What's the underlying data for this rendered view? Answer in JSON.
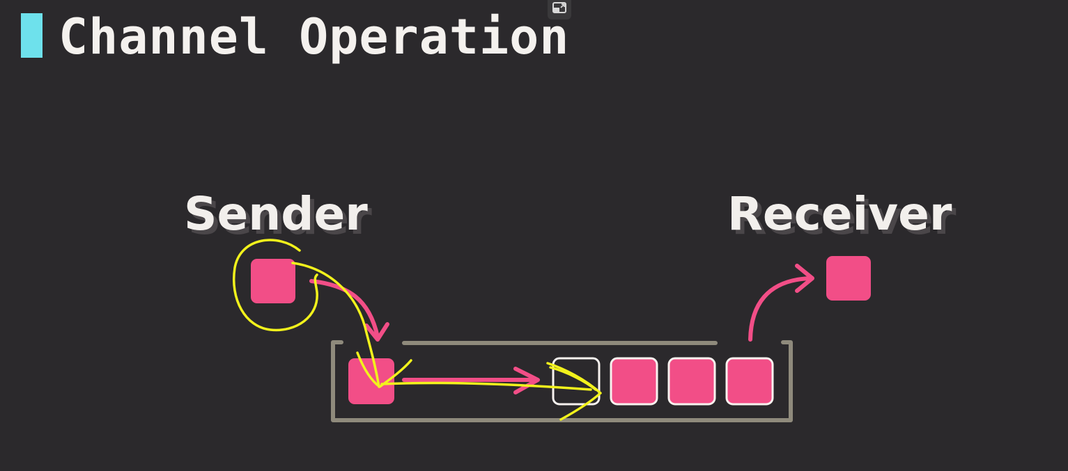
{
  "title": "Channel Operation",
  "labels": {
    "sender": "Sender",
    "receiver": "Receiver"
  },
  "colors": {
    "background": "#2b292c",
    "accent": "#6ee1ec",
    "item": "#f24e87",
    "buffer_outline": "#8f8a7c",
    "annotation": "#f2f21c",
    "text": "#f2efec"
  },
  "buffer": {
    "slots": [
      {
        "state": "filled"
      },
      {
        "state": "empty"
      },
      {
        "state": "empty"
      },
      {
        "state": "empty"
      },
      {
        "state": "empty"
      },
      {
        "state": "filled"
      },
      {
        "state": "filled"
      },
      {
        "state": "filled"
      }
    ]
  },
  "icons": {
    "pip": "picture-in-picture-icon"
  }
}
